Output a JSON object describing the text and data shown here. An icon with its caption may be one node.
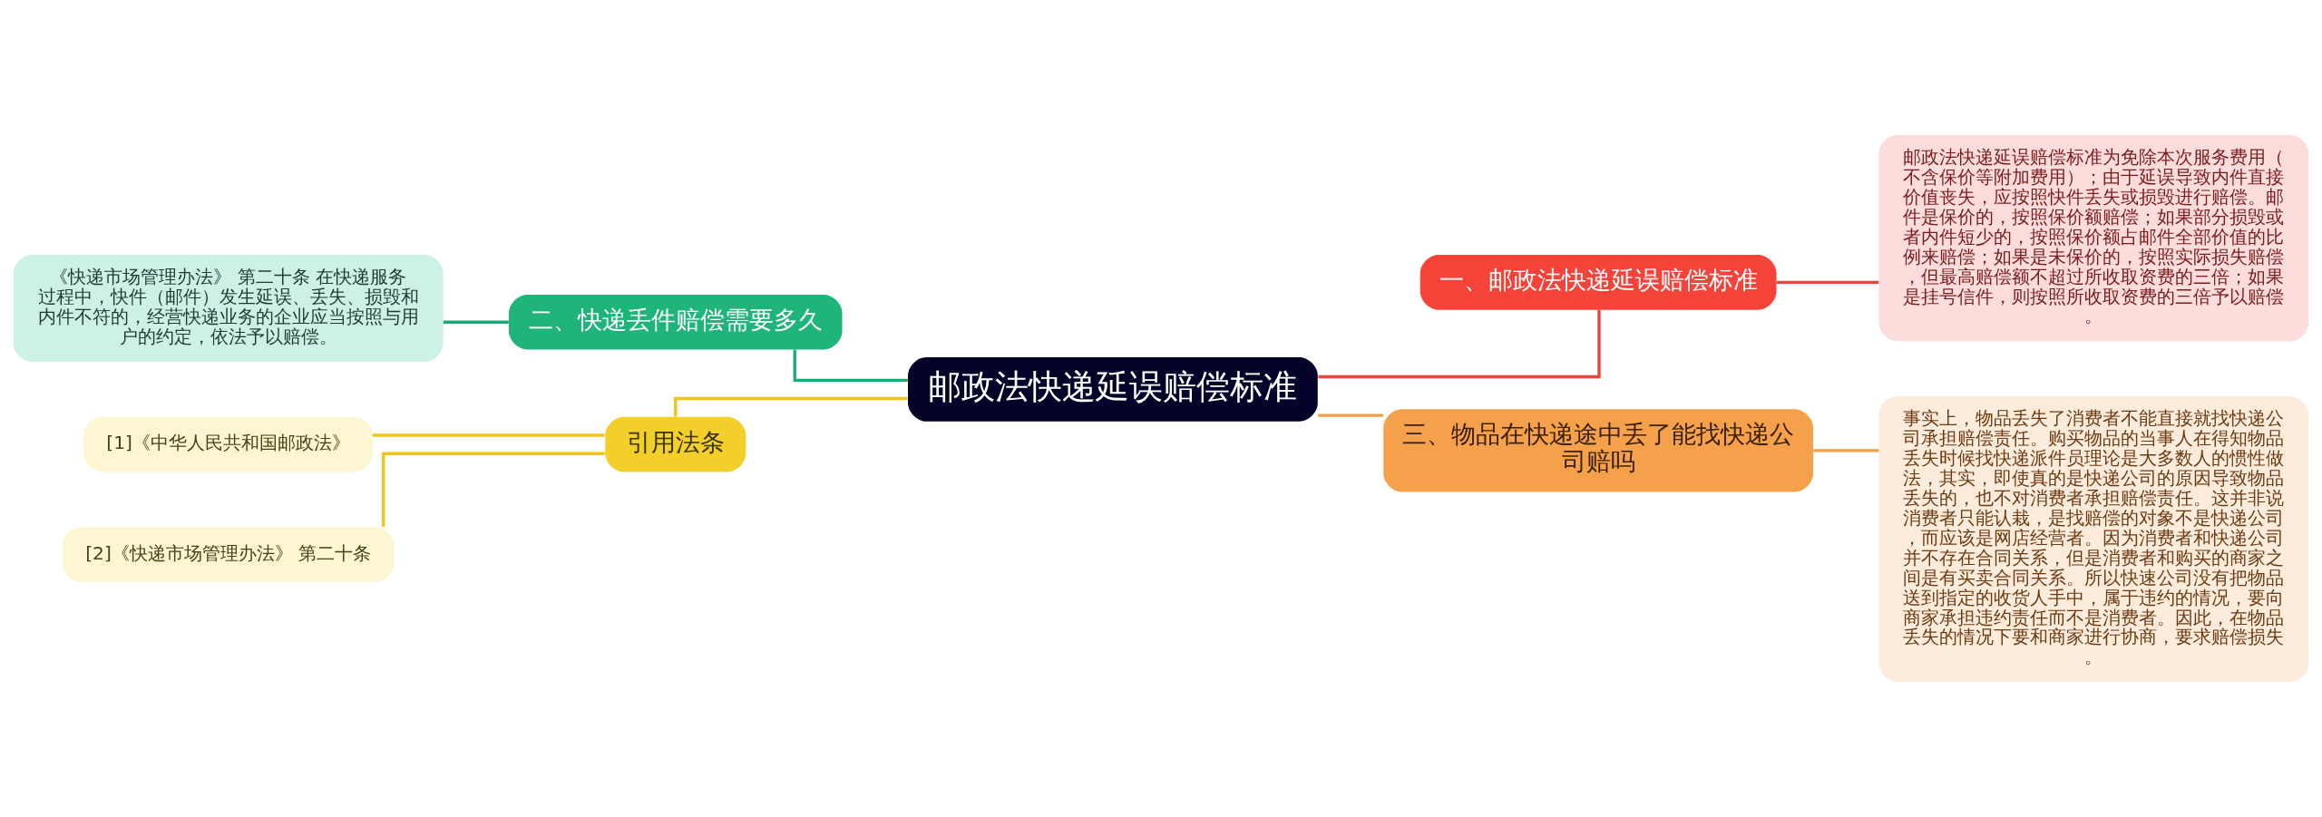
{
  "diagram": {
    "nodes": [
      {
        "text": [
          "邮政法快递延误赔偿标准"
        ]
      },
      {
        "text": [
          "一、邮政法快递延误赔偿标准"
        ]
      },
      {
        "text": [
          "邮政法快递延误赔偿标准为免除本次服务费用（不含保价等附加费用）；由于延误导致内件直接价值丧失，应按照快件丢失或损毁进行赔偿。邮件是保价的，按照保价额赔偿；如果部分损毁或者内件短少的，按照保价额占邮件全部价值的比例来赔偿；如果是未保价的，按照实际损失赔偿，但最高赔偿额不超过所收取资费的三倍；如果是挂号信件，则按照所收取资费的三倍予以赔偿。"
        ]
      },
      {
        "text": [
          "三、物品在快递途中丢了能找快递公司赔吗"
        ]
      },
      {
        "text": [
          "事实上，物品丢失了消费者不能直接就找快递公司承担赔偿责任。购买物品的当事人在得知物品丢失时候找快递派件员理论是大多数人的惯性做法，其实，即使真的是快递公司的原因导致物品丢失的，也不对消费者承担赔偿责任。这并非说消费者只能认栽，是找赔偿的对象不是快递公司，而应该是网店经营者。因为消费者和快递公司并不存在合同关系，但是消费者和购买的商家之间是有买卖合同关系。所以快速公司没有把物品送到指定的收货人手中，属于违约的情况，要向商家承担违约责任而不是消费者。因此，在物品丢失的情况下要和商家进行协商，要求赔偿损失。"
        ]
      },
      {
        "text": [
          "二、快递丢件赔偿需要多久"
        ]
      },
      {
        "text": [
          "《快递市场管理办法》 第二十条 在快递服务过程中，快件（邮件）发生延误、丢失、损毁和内件不符的，经营快递业务的企业应当按照与用户的约定，依法予以赔偿。"
        ]
      },
      {
        "text": [
          "引用法条"
        ]
      },
      {
        "text": [
          "[1]《中华人民共和国邮政法》"
        ]
      },
      {
        "text": [
          "[2]《快递市场管理办法》 第二十条"
        ]
      }
    ],
    "edges": [
      {
        "from": 0,
        "to": 1,
        "arrow": "none",
        "color": "#e8453c"
      },
      {
        "from": 1,
        "to": 2,
        "arrow": "none",
        "color": "#e8453c"
      },
      {
        "from": 0,
        "to": 3,
        "arrow": "none",
        "color": "#f0a04b"
      },
      {
        "from": 3,
        "to": 4,
        "arrow": "none",
        "color": "#f0a04b"
      },
      {
        "from": 0,
        "to": 5,
        "arrow": "none",
        "color": "#1aab74"
      },
      {
        "from": 5,
        "to": 6,
        "arrow": "none",
        "color": "#1aab74"
      },
      {
        "from": 0,
        "to": 7,
        "arrow": "none",
        "color": "#f0c419"
      },
      {
        "from": 7,
        "to": 8,
        "arrow": "none",
        "color": "#f0c419"
      },
      {
        "from": 7,
        "to": 9,
        "arrow": "none",
        "color": "#f0c419"
      }
    ]
  }
}
